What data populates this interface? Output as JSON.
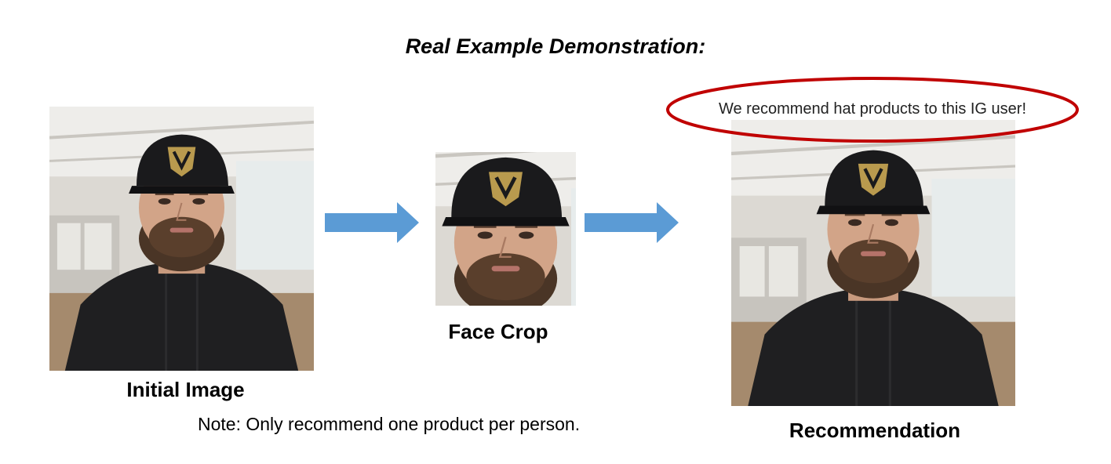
{
  "title": "Real Example Demonstration:",
  "panels": {
    "initial_label": "Initial Image",
    "crop_label": "Face Crop",
    "recommendation_label": "Recommendation"
  },
  "callout": "We recommend hat products to this IG user!",
  "note": "Note: Only recommend one product per person.",
  "colors": {
    "arrow": "#5b9bd5",
    "callout_ring": "#c00000"
  },
  "icons": {
    "arrow": "right-arrow-icon"
  }
}
